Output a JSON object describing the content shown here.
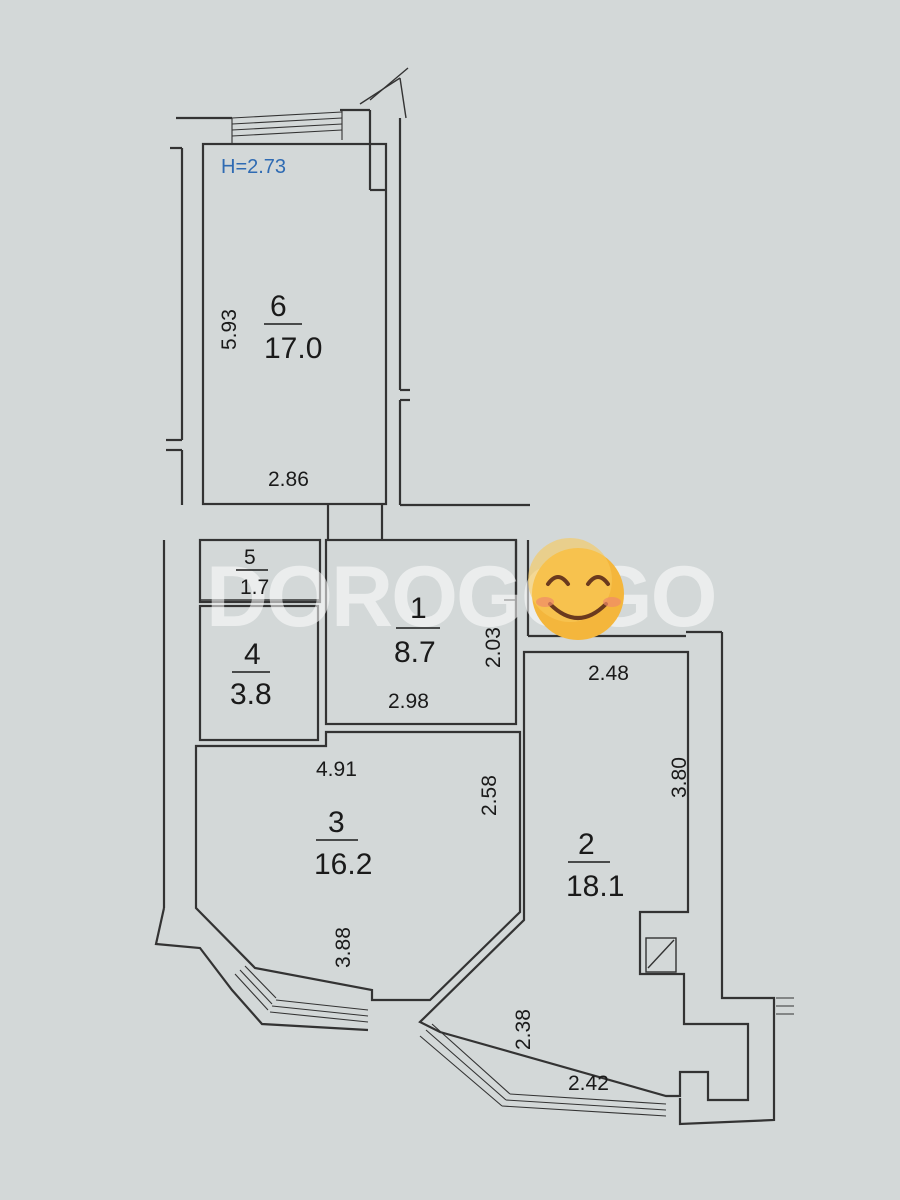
{
  "plan": {
    "ceiling_height": "H=2.73",
    "watermark": "DOROGOGO",
    "rooms": [
      {
        "id": "room-6",
        "number": "6",
        "area": "17.0",
        "dims": [
          "5.93",
          "2.86"
        ]
      },
      {
        "id": "room-5",
        "number": "5",
        "area": "1.7",
        "dims": []
      },
      {
        "id": "room-1",
        "number": "1",
        "area": "8.7",
        "dims": [
          "2.98",
          "2.03"
        ]
      },
      {
        "id": "room-4",
        "number": "4",
        "area": "3.8",
        "dims": []
      },
      {
        "id": "room-3",
        "number": "3",
        "area": "16.2",
        "dims": [
          "4.91",
          "2.58",
          "3.88"
        ]
      },
      {
        "id": "room-2",
        "number": "2",
        "area": "18.1",
        "dims": [
          "2.48",
          "3.80",
          "2.38",
          "2.42"
        ]
      }
    ],
    "colors": {
      "background": "#d3d8d8",
      "walls": "#333333",
      "height_label": "#2f6bb3",
      "emoji": "#f4b63c"
    },
    "emoji_icon": "smiling-face-icon"
  }
}
